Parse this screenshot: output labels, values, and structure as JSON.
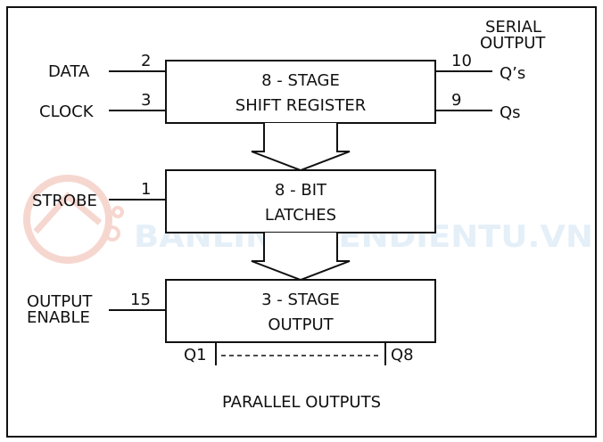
{
  "watermark": {
    "text": "BANLINHKIENDIENTU.VN"
  },
  "header": {
    "serial_output_line1": "SERIAL",
    "serial_output_line2": "OUTPUT"
  },
  "blocks": {
    "shift_register": {
      "line1": "8 - STAGE",
      "line2": "SHIFT REGISTER"
    },
    "latches": {
      "line1": "8 - BIT",
      "line2": "LATCHES"
    },
    "output_stage": {
      "line1": "3 - STAGE",
      "line2": "OUTPUT"
    }
  },
  "inputs": {
    "data": {
      "label": "DATA",
      "pin": "2"
    },
    "clock": {
      "label": "CLOCK",
      "pin": "3"
    },
    "strobe": {
      "label": "STROBE",
      "pin": "1"
    },
    "output_enable": {
      "line1": "OUTPUT",
      "line2": "ENABLE",
      "pin": "15"
    }
  },
  "serial_outputs": {
    "qs_prime": {
      "label": "Q’s",
      "pin": "10"
    },
    "qs": {
      "label": "Qs",
      "pin": "9"
    }
  },
  "parallel": {
    "first": "Q1",
    "last": "Q8",
    "caption": "PARALLEL OUTPUTS"
  },
  "colors": {
    "line": "#111111",
    "watermark": "#cfe3f3",
    "watermark_logo": "#f0b8a8"
  }
}
